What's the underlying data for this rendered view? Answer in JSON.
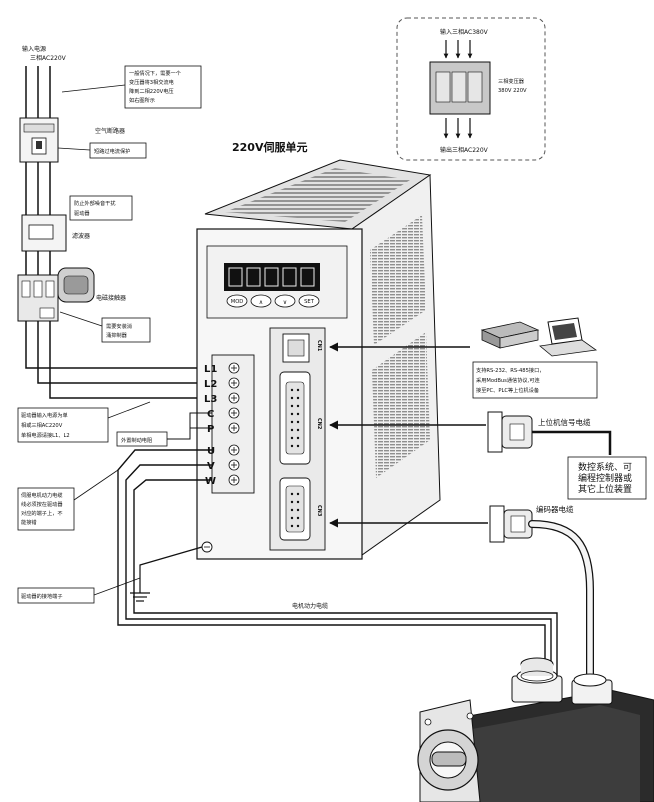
{
  "title": "220V伺服单元",
  "input_power": {
    "line1": "输入电源",
    "line2": "三相AC220V"
  },
  "note_transformer": {
    "lines": [
      "一般情况下，需要一个",
      "变压器将3相交流电",
      "降到二相220V电压",
      "如右图所示"
    ]
  },
  "breaker": {
    "label": "空气断路器",
    "note": "短路过电流保护"
  },
  "filter": {
    "note_lines": [
      "防止外部噪音干扰",
      "驱动器"
    ],
    "label": "滤波器"
  },
  "contactor": {
    "label": "电磁接触器",
    "note_lines": [
      "需要安装消",
      "涌抑制器"
    ]
  },
  "transformer_box": {
    "input": "输入三相AC380V",
    "label_lines": [
      "三相变压器",
      "380V 220V"
    ],
    "output": "输出三相AC220V"
  },
  "note_drive_input": {
    "lines": [
      "驱动器输入电源为单",
      "相或三相AC220V",
      "单相电源请接L1、L2"
    ]
  },
  "note_brake": "外置制动电阻",
  "note_motor_power": {
    "lines": [
      "伺服电机动力电缆",
      "线必须按在驱动器",
      "对应的端子上，不",
      "能接错"
    ]
  },
  "note_ground": "驱动器的接地端子",
  "drive": {
    "buttons": [
      "MOD",
      "∧",
      "∨",
      "SET"
    ],
    "terminals": [
      "L1",
      "L2",
      "L3",
      "C",
      "P",
      "U",
      "V",
      "W"
    ],
    "connectors": [
      "CN1",
      "CN2",
      "CN3"
    ]
  },
  "comm_note": {
    "lines": [
      "支持RS-232、RS-485接口，",
      "采用ModBus通信协议,可连",
      "接至PC、PLC等上位机设备"
    ]
  },
  "signal_cable": "上位机信号电缆",
  "host_note": {
    "lines": [
      "数控系统、可",
      "编程控制器或",
      "其它上位装置"
    ]
  },
  "encoder_cable": "编码器电缆",
  "motor_power_cable": "电机动力电缆"
}
